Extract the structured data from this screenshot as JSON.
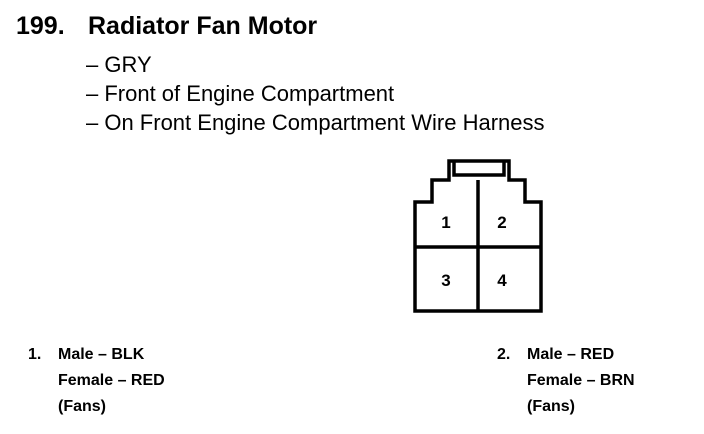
{
  "heading": {
    "number": "199.",
    "title": "Radiator Fan Motor"
  },
  "details": [
    "– GRY",
    "– Front of Engine Compartment",
    "– On Front Engine Compartment Wire Harness"
  ],
  "connector": {
    "cells": [
      "1",
      "2",
      "3",
      "4"
    ]
  },
  "pins": [
    {
      "index": "1.",
      "male": "Male – BLK",
      "female": "Female – RED",
      "note": "(Fans)"
    },
    {
      "index": "2.",
      "male": "Male – RED",
      "female": "Female – BRN",
      "note": "(Fans)"
    }
  ]
}
